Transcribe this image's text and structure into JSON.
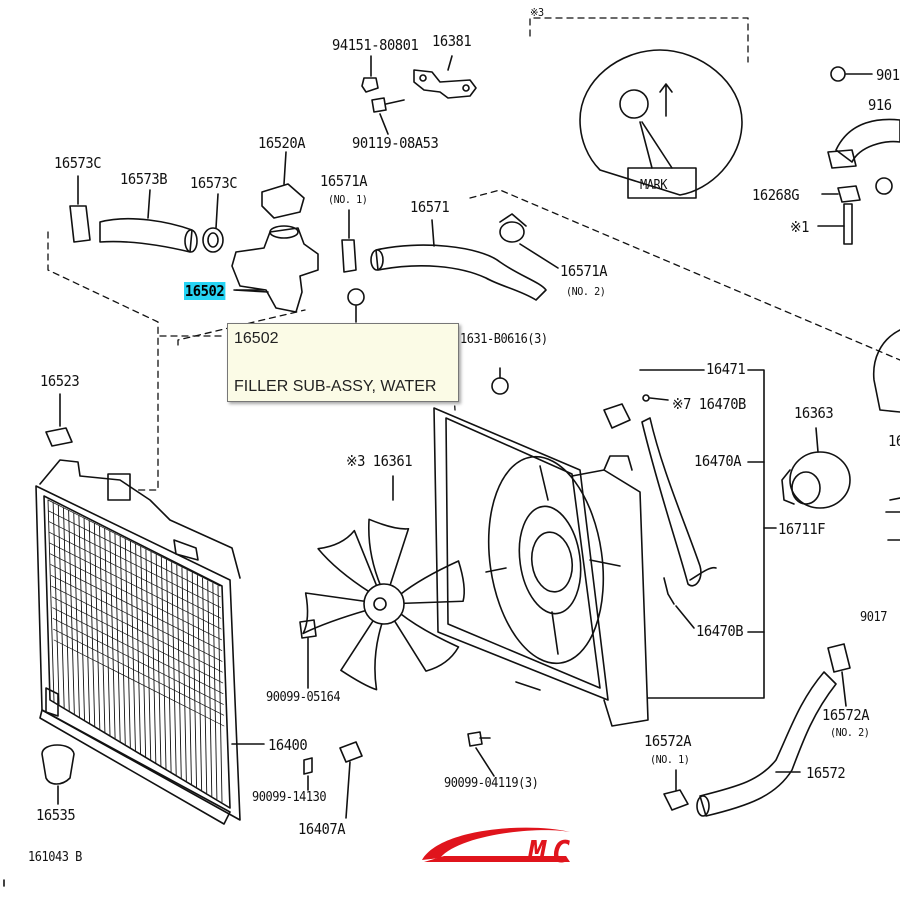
{
  "labels": {
    "p94151": "94151-80801",
    "p16381": "16381",
    "p90119": "90119-08A53",
    "p16520A": "16520A",
    "p16573C_l": "16573C",
    "p16573B": "16573B",
    "p16573C_r": "16573C",
    "p16571A_top": "16571A",
    "no1_top": "(NO. 1)",
    "p16571": "16571",
    "p16571A_right": "16571A",
    "no2_right": "(NO. 2)",
    "p16502": "16502",
    "p91631": "1631-B0616(3)",
    "p16523": "16523",
    "p16361": "※3 16361",
    "p16471": "16471",
    "p16470B_top": "※7 16470B",
    "p16470A": "16470A",
    "p16363": "16363",
    "p16711F": "16711F",
    "p16470B_bot": "16470B",
    "p90099_05164": "90099-05164",
    "p16400": "16400",
    "p90099_14130": "90099-14130",
    "p16407A": "16407A",
    "p16535": "16535",
    "p90099_04119": "90099-04119(3)",
    "p16572A_mid": "16572A",
    "no1_mid": "(NO. 1)",
    "p16572": "16572",
    "p16572A_right": "16572A",
    "no2_right2": "(NO. 2)",
    "p16268G": "16268G",
    "star1": "※1",
    "p901_cut": "901",
    "p916_cut": "916",
    "p9017_cut": "9017",
    "p16_cut": "16",
    "star3_top": "※3",
    "mark": "MARK",
    "footer_code": "161043 B"
  },
  "tooltip": {
    "part_number": "16502",
    "part_name": "FILLER SUB-ASSY, WATER"
  },
  "logo": {
    "text": "MC",
    "color": "#e0141c"
  },
  "colors": {
    "line": "#111111",
    "highlight": "#27d4f4",
    "tooltip_bg": "#fbfbe6"
  }
}
